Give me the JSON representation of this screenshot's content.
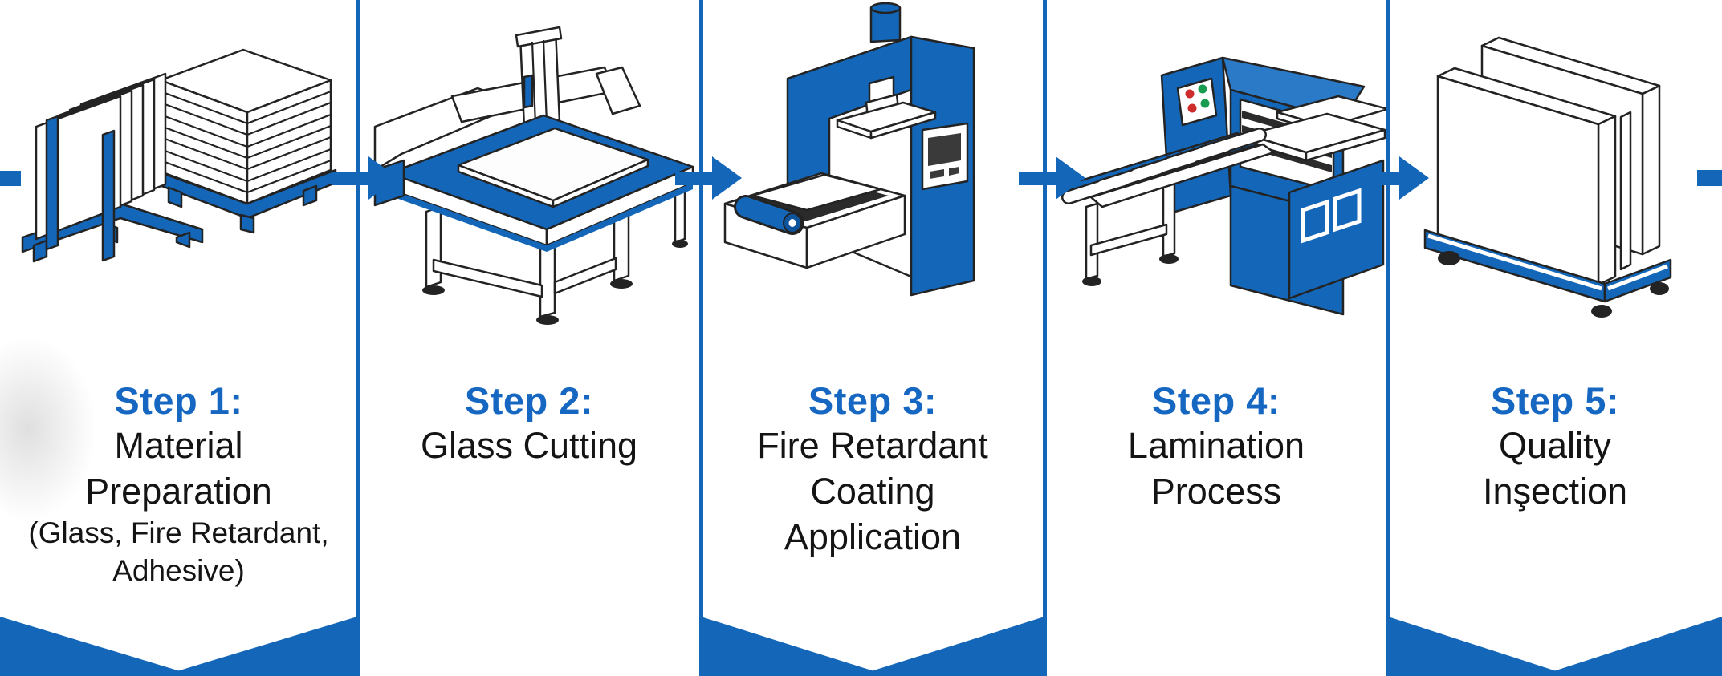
{
  "colors": {
    "accent": "#1467b8",
    "accent_light": "#2b7ac8",
    "accent_dark": "#0d549c",
    "heading": "#1667c2",
    "text": "#141414",
    "outline": "#232323",
    "screen": "#3a3a3a",
    "belt": "#2b2b2b",
    "btn_red": "#cf2b2b",
    "btn_green": "#1a9c50",
    "bg": "#ffffff"
  },
  "steps": [
    {
      "heading": "Step 1:",
      "lines": [
        "Material",
        "Preparation"
      ],
      "sub": [
        "(Glass, Fire Retardant,",
        "Adhesive)"
      ],
      "illustration": "glass-sheets-and-materials-stacked-on-pallets"
    },
    {
      "heading": "Step 2:",
      "lines": [
        "Glass Cutting"
      ],
      "illustration": "cnc-glass-cutting-table"
    },
    {
      "heading": "Step 3:",
      "lines": [
        "Fire Retardant",
        "Coating",
        "Application"
      ],
      "illustration": "fire-retardant-coating-press-machine"
    },
    {
      "heading": "Step 4:",
      "lines": [
        "Lamination",
        "Process"
      ],
      "illustration": "lamination-roller-machine-with-conveyor"
    },
    {
      "heading": "Step 5:",
      "lines": [
        "Quality",
        "Inşection"
      ],
      "illustration": "finished-glass-panels-on-stand"
    }
  ]
}
